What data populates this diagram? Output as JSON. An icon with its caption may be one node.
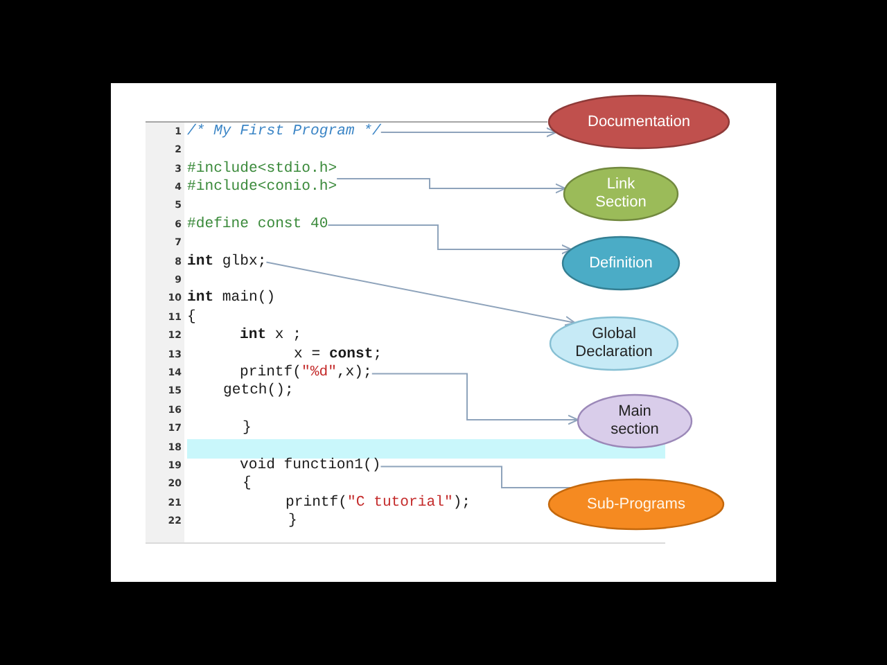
{
  "diagram": {
    "nodes": [
      {
        "text": [
          "/* My First Program */"
        ]
      },
      {
        "text": [
          "Documentation"
        ]
      },
      {
        "text": [
          "#include<stdio.h>",
          "#include<conio.h>"
        ]
      },
      {
        "text": [
          "Link Section"
        ]
      },
      {
        "text": [
          "#define const 40"
        ]
      },
      {
        "text": [
          "Definition"
        ]
      },
      {
        "text": [
          "**int** glbx;"
        ]
      },
      {
        "text": [
          "Global Declaration"
        ]
      },
      {
        "text": [
          "printf(\"%d\",x);"
        ]
      },
      {
        "text": [
          "Main section"
        ]
      },
      {
        "text": [
          "void function1()"
        ]
      },
      {
        "text": [
          "Sub-Programs"
        ]
      }
    ],
    "edges": [
      {
        "from": 0,
        "to": 1,
        "arrow": "to"
      },
      {
        "from": 2,
        "to": 3,
        "arrow": "to"
      },
      {
        "from": 4,
        "to": 5,
        "arrow": "to"
      },
      {
        "from": 6,
        "to": 7,
        "arrow": "to"
      },
      {
        "from": 8,
        "to": 9,
        "arrow": "to"
      },
      {
        "from": 10,
        "to": 11,
        "arrow": "none"
      }
    ],
    "labels": [
      "1",
      "2",
      "3",
      "4",
      "5",
      "6",
      "7",
      "8",
      "9",
      "10",
      "**int** main()",
      "11",
      "{",
      "12",
      "**int** x ;",
      "13",
      "x = **const**;",
      "14",
      "15",
      "getch();",
      "16",
      "17",
      "}",
      "18",
      "19",
      "20",
      "{",
      "21",
      "printf(\"C tutorial\");",
      "22",
      "}"
    ]
  }
}
